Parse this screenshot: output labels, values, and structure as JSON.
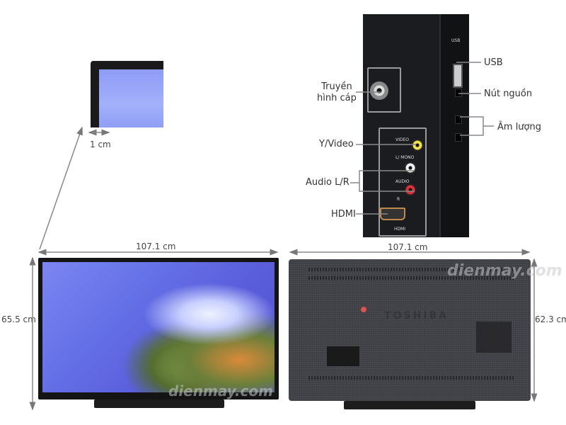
{
  "bezel_detail": {
    "label": "1 cm"
  },
  "front_view": {
    "width_label": "107.1 cm",
    "height_label": "65.5 cm"
  },
  "back_view": {
    "width_label": "107.1 cm",
    "height_label": "62.3 cm",
    "brand": "TOSHIBA"
  },
  "ports_callouts": {
    "left": [
      {
        "label": "Truyền\nhình cáp",
        "line1": "Truyền",
        "line2": "hình cáp"
      },
      {
        "label": "Y/Video"
      },
      {
        "label": "Audio L/R"
      },
      {
        "label": "HDMI"
      }
    ],
    "right": [
      {
        "label": "USB"
      },
      {
        "label": "Nút nguồn"
      },
      {
        "label": "Âm lượng"
      }
    ]
  },
  "port_markings": {
    "video": "VIDEO",
    "l_mono": "L/\nMONO",
    "audio": "AUDIO",
    "r": "R",
    "hdmi": "HDMI",
    "usb": "USB"
  },
  "watermark": "dienmay.com",
  "colors": {
    "annotation_line": "#888888",
    "text": "#333333",
    "rca_yellow": "#f1e24a",
    "rca_white": "#f2f2f2",
    "rca_red": "#e0313b"
  }
}
